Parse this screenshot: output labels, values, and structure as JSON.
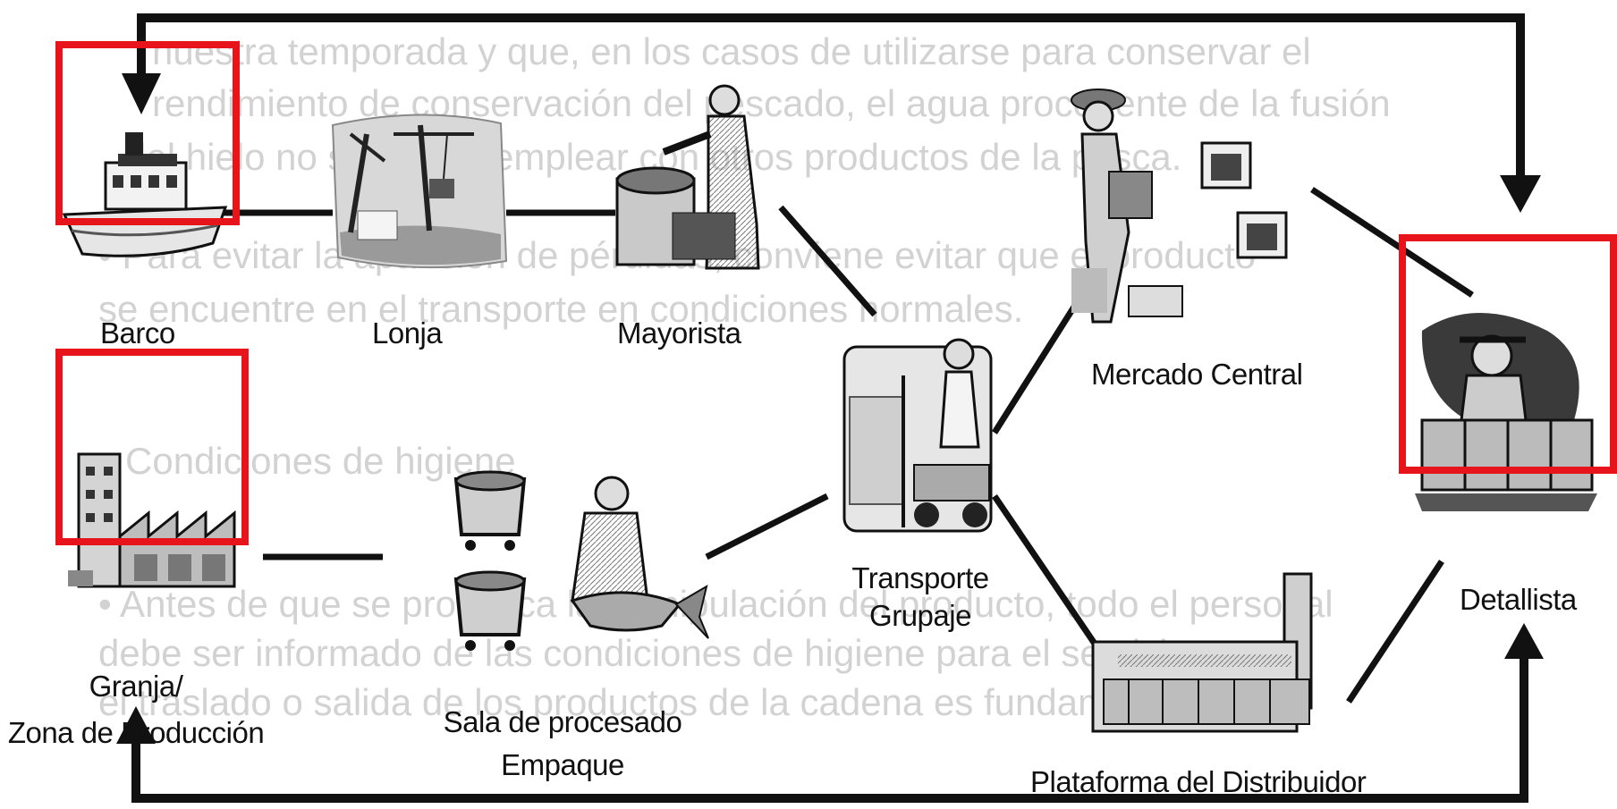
{
  "nodes": {
    "barco": "Barco",
    "lonja": "Lonja",
    "mayorista": "Mayorista",
    "mercado_central": "Mercado Central",
    "detallista": "Detallista",
    "transporte_line1": "Transporte",
    "transporte_line2": "Grupaje",
    "granja_line1": "Granja/",
    "granja_line2": "Zona de Producción",
    "sala_line1": "Sala de procesado",
    "sala_line2": "Empaque",
    "plataforma": "Plataforma del Distribuidor"
  },
  "icons": [
    "fishing-boat-icon",
    "harbor-crane-icon",
    "fishmonger-icon",
    "market-woman-icon",
    "crates-icon",
    "market-stall-icon",
    "factory-icon",
    "forklift-worker-icon",
    "fish-bins-icon",
    "fish-cutter-icon",
    "distribution-warehouse-icon"
  ],
  "colors": {
    "highlight": "#e8141b",
    "flow": "#111111",
    "faded_background_text": "#cfcfcf"
  }
}
